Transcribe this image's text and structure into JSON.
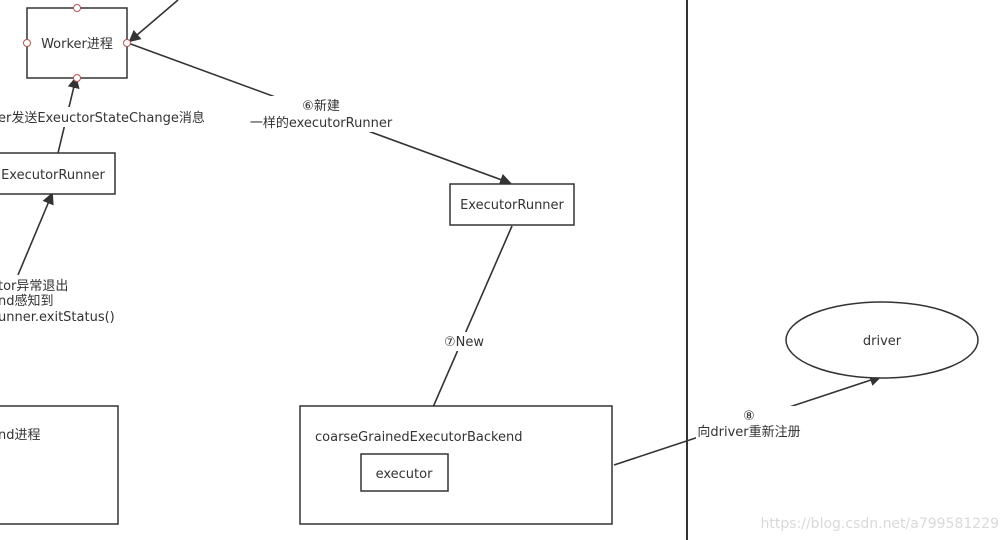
{
  "nodes": {
    "worker": "Worker进程",
    "executor_runner_left": "ExecutorRunner",
    "executor_runner_right": "ExecutorRunner",
    "left_backend": "nd进程",
    "backend": "coarseGrainedExecutorBackend",
    "executor": "executor",
    "driver": "driver"
  },
  "edges": {
    "send_state_change": "er发送ExeuctorStateChange消息",
    "abnormal_exit": [
      "tor异常退出",
      "nd感知到",
      "unner.exitStatus()"
    ],
    "new_same_runner": [
      "⑥新建",
      "一样的executorRunner"
    ],
    "new_executor": "⑦New",
    "reregister": [
      "⑧",
      "向driver重新注册"
    ]
  },
  "watermark": "https://blog.csdn.net/a799581229"
}
